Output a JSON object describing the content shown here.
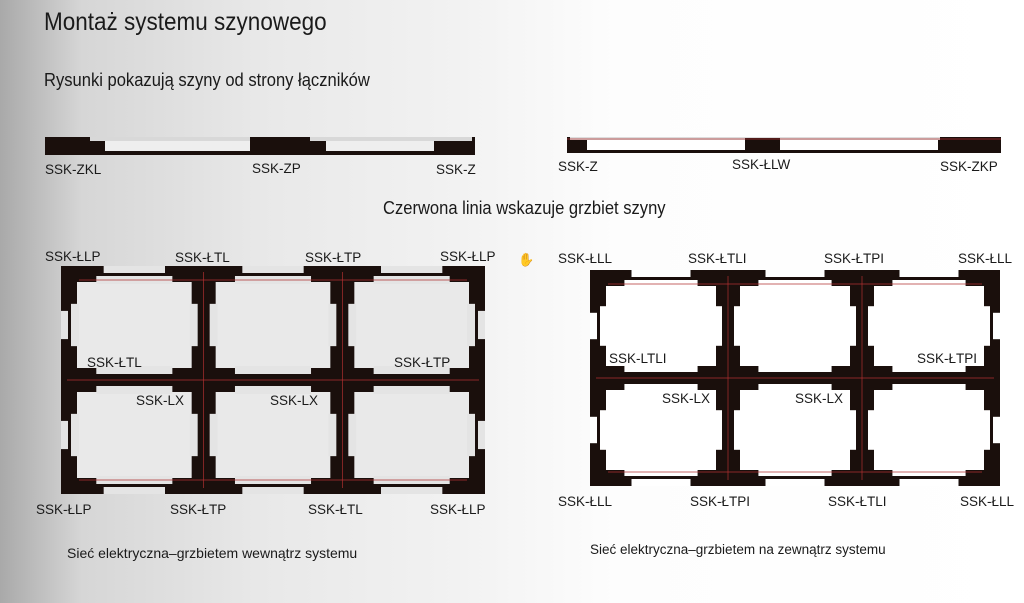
{
  "title": "Montaż systemu szynowego",
  "subtitle": "Rysunki pokazują szyny od strony łączników",
  "red_line_note": "Czerwona linia wskazuje grzbiet szyny",
  "colors": {
    "rail": "#1a0f0c",
    "ridge": "#b03030",
    "cell": "#e9e9e9",
    "cell_right": "#ffffff"
  },
  "top_left_rail": {
    "labels": [
      "SSK-ZKL",
      "SSK-ZP",
      "SSK-Z"
    ]
  },
  "top_right_rail": {
    "labels": [
      "SSK-Z",
      "SSK-ŁLW",
      "SSK-ZKP"
    ]
  },
  "left_grid": {
    "top_labels": [
      "SSK-ŁLP",
      "SSK-ŁTL",
      "SSK-ŁTP",
      "SSK-ŁLP"
    ],
    "inner_labels": [
      "SSK-ŁTL",
      "SSK-ŁTP",
      "SSK-LX",
      "SSK-LX"
    ],
    "bottom_labels": [
      "SSK-ŁLP",
      "SSK-ŁTP",
      "SSK-ŁTL",
      "SSK-ŁLP"
    ],
    "caption": "Sieć elektryczna–grzbietem wewnątrz systemu"
  },
  "right_grid": {
    "top_labels": [
      "SSK-ŁLL",
      "SSK-ŁTLI",
      "SSK-ŁTPI",
      "SSK-ŁLL"
    ],
    "inner_labels": [
      "SSK-LTLI",
      "SSK-ŁTPI",
      "SSK-LX",
      "SSK-LX"
    ],
    "bottom_labels": [
      "SSK-ŁLL",
      "SSK-ŁTPI",
      "SSK-ŁTLI",
      "SSK-ŁLL"
    ],
    "caption": "Sieć elektryczna–grzbietem na zewnątrz systemu"
  },
  "cursor_icon": "hand-cursor-icon"
}
